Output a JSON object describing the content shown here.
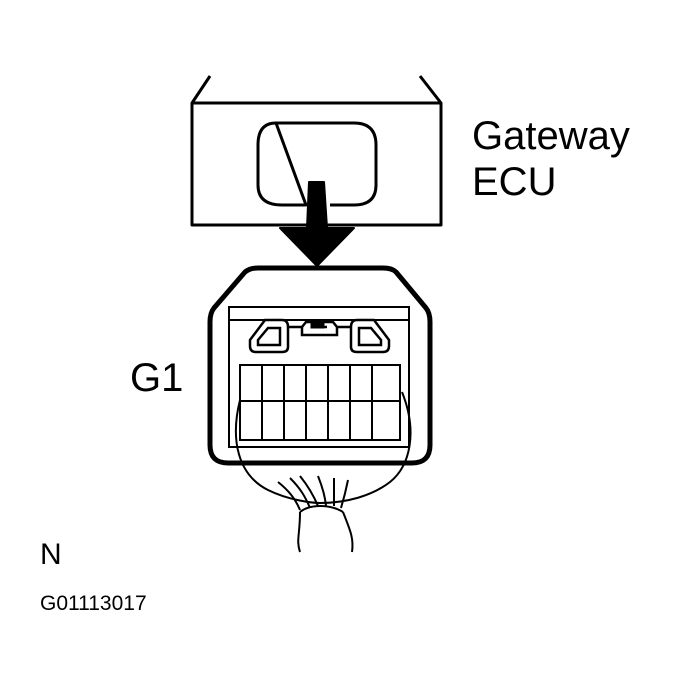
{
  "labels": {
    "ecu_line1": "Gateway",
    "ecu_line2": "ECU",
    "connector": "G1",
    "view": "N",
    "figure_code": "G01113017"
  },
  "colors": {
    "stroke": "#000000",
    "background": "#ffffff"
  },
  "connector": {
    "terminal_rows": 2,
    "terminal_columns": 7
  }
}
